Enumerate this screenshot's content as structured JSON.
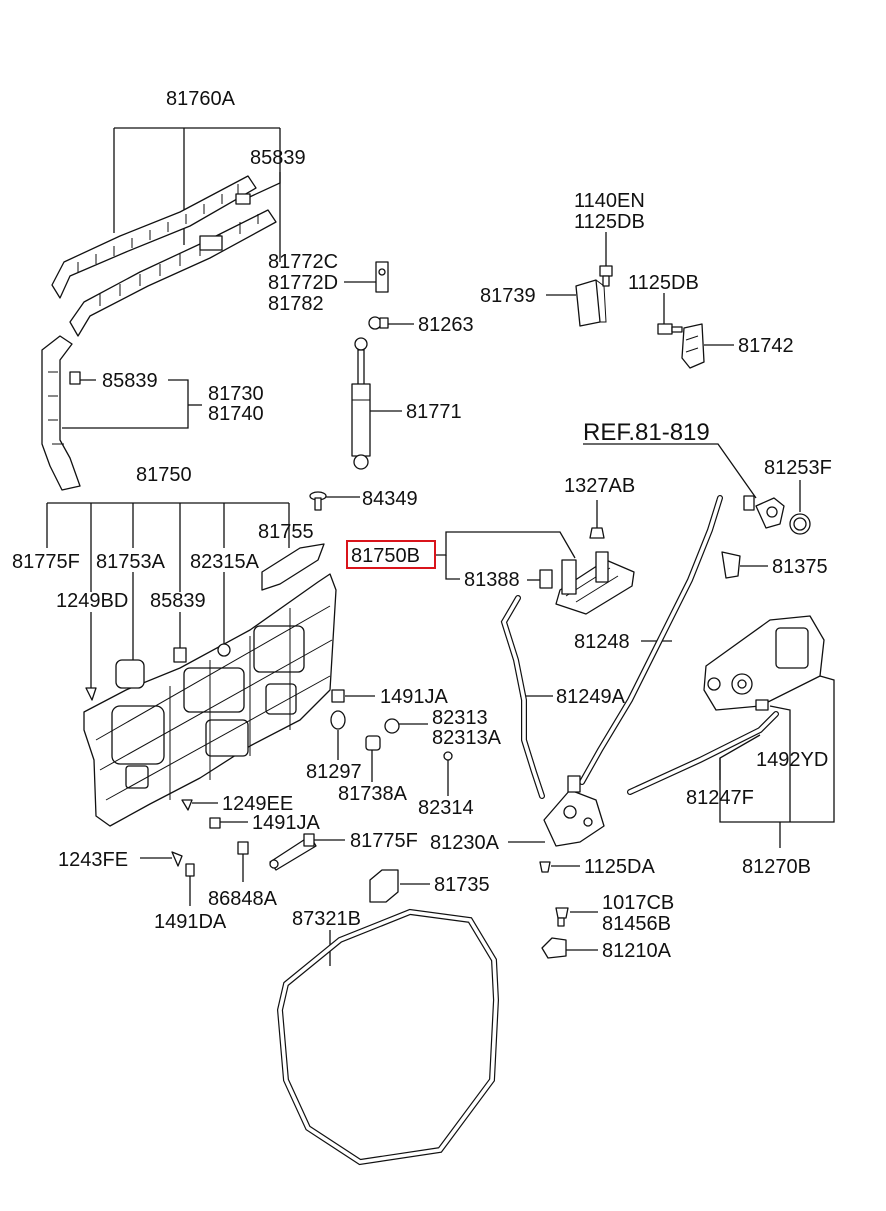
{
  "labels": {
    "p81760A": "81760A",
    "p85839_top": "85839",
    "p81772C": "81772C",
    "p81772D": "81772D",
    "p81782": "81782",
    "p81263": "81263",
    "p1140EN": "1140EN",
    "p1125DB_a": "1125DB",
    "p81739": "81739",
    "p1125DB_b": "1125DB",
    "p81742": "81742",
    "p85839_mid": "85839",
    "p81730": "81730",
    "p81740": "81740",
    "p81771": "81771",
    "ref": "REF.81-819",
    "p81750": "81750",
    "p84349": "84349",
    "p1327AB": "1327AB",
    "p81253F": "81253F",
    "p81755": "81755",
    "p81750B": "81750B",
    "p81388": "81388",
    "p81375": "81375",
    "p81775F_a": "81775F",
    "p81753A": "81753A",
    "p82315A": "82315A",
    "p1249BD": "1249BD",
    "p85839_low": "85839",
    "p81248": "81248",
    "p1491JA_a": "1491JA",
    "p81249A": "81249A",
    "p82313": "82313",
    "p82313A": "82313A",
    "p81297": "81297",
    "p81738A": "81738A",
    "p82314": "82314",
    "p1492YD": "1492YD",
    "p1249EE": "1249EE",
    "p1491JA_b": "1491JA",
    "p81247F": "81247F",
    "p81775F_b": "81775F",
    "p81230A": "81230A",
    "p1243FE": "1243FE",
    "p1125DA": "1125DA",
    "p81270B": "81270B",
    "p86848A": "86848A",
    "p81735": "81735",
    "p1491DA": "1491DA",
    "p1017CB": "1017CB",
    "p81456B": "81456B",
    "p87321B": "87321B",
    "p81210A": "81210A"
  },
  "colors": {
    "highlight": "#d9141b",
    "ink": "#111111"
  }
}
